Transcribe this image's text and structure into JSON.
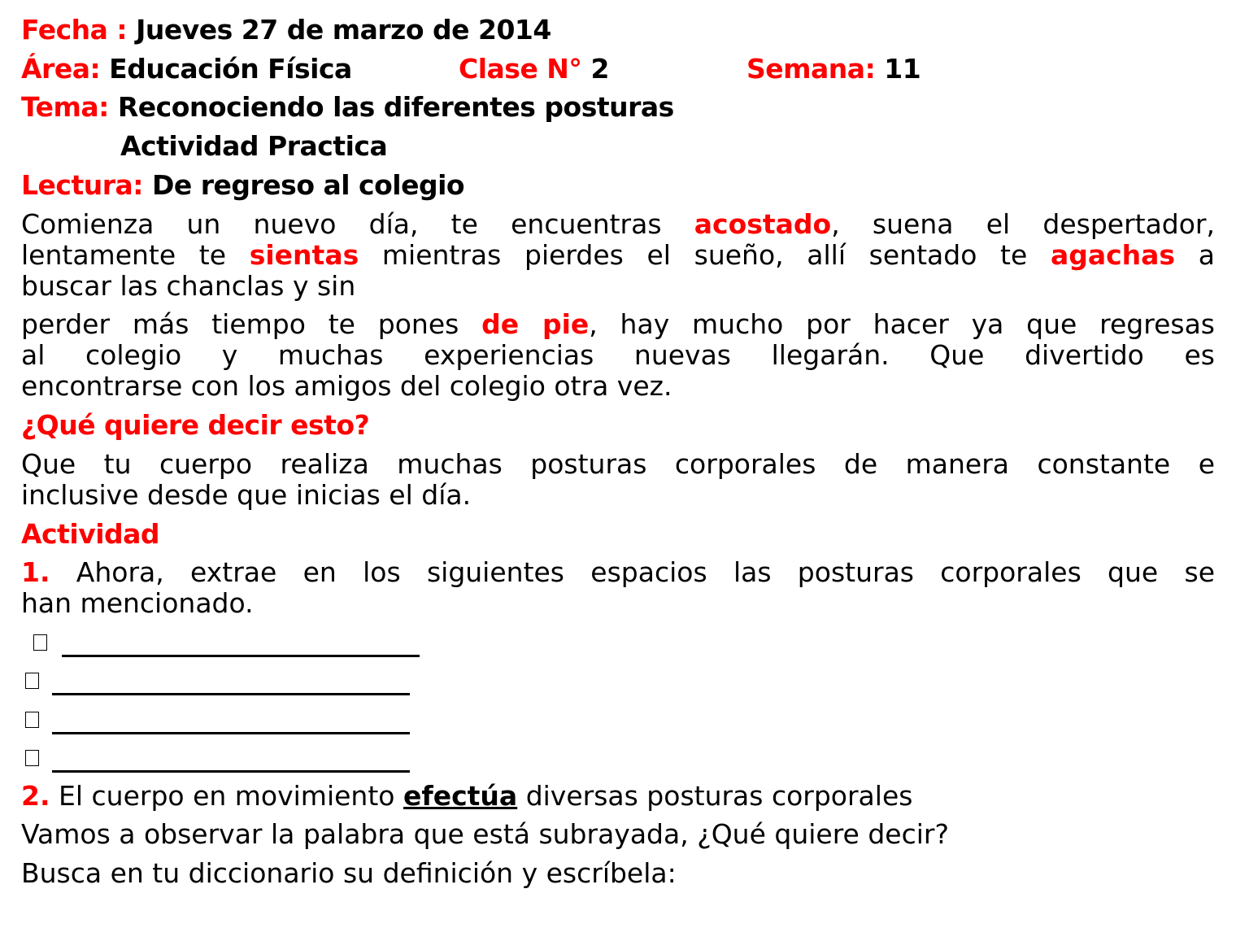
{
  "header": {
    "fecha_label": "Fecha :",
    "fecha_value": "Jueves 27 de marzo de 2014",
    "area_label": "Área:",
    "area_value": "Educación Física",
    "clase_label": "Clase N°",
    "clase_value": "2",
    "semana_label": "Semana:",
    "semana_value": "11",
    "tema_label": "Tema:",
    "tema_value": "Reconociendo las diferentes posturas",
    "subtitle": "Actividad Practica",
    "lectura_label": "Lectura:",
    "lectura_value": "De regreso al colegio"
  },
  "reading": {
    "l1a": "Comienza un nuevo día, te encuentras",
    "l1b": "acostado",
    "l1c": ", suena el despertador,",
    "l2a": "lentamente te",
    "l2b": "sientas",
    "l2c": "mientras pierdes el sueño, allí sentado te",
    "l2d": "agachas",
    "l2e": "a",
    "l3": "buscar las chanclas y sin",
    "l4a": "perder más tiempo te pones",
    "l4b": "de pie",
    "l4c": ", hay mucho por hacer ya que regresas",
    "l5": "al colegio y muchas experiencias nuevas llegarán. Que divertido es",
    "l6": "encontrarse con los amigos del colegio otra vez."
  },
  "question": {
    "title": "¿Qué quiere decir esto?",
    "l1": "Que tu cuerpo realiza muchas posturas corporales de manera constante e",
    "l2": "inclusive desde que inicias el día."
  },
  "activity": {
    "title": "Actividad",
    "q1_num": "1.",
    "q1_l1": "Ahora, extrae en los siguientes espacios las posturas corporales que se",
    "q1_l2": "han mencionado.",
    "q2_num": "2.",
    "q2_a": "El cuerpo en movimiento",
    "q2_b": "efectúa",
    "q2_c": "diversas posturas corporales",
    "q3": "Vamos a observar la palabra que está subrayada, ¿Qué quiere decir?",
    "q4": "Busca en tu diccionario su definición y escríbela:"
  }
}
